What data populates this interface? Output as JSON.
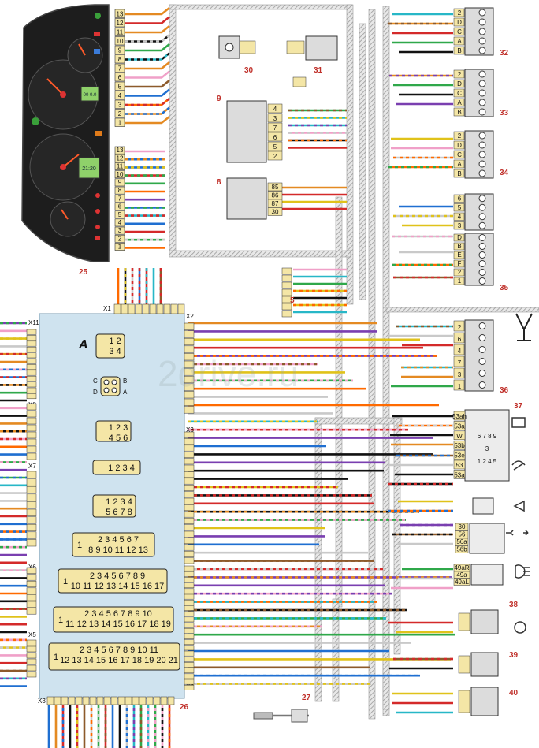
{
  "labels": {
    "n5": "5",
    "n8": "8",
    "n9": "9",
    "n25": "25",
    "n26": "26",
    "n27": "27",
    "n30": "30",
    "n31": "31",
    "n32": "32",
    "n33": "33",
    "n34": "34",
    "n35": "35",
    "n36": "36",
    "n37": "37",
    "n38": "38",
    "n39": "39",
    "n40": "40"
  },
  "watermark": "2drive.ru",
  "block": {
    "title": "A",
    "x1": "X1",
    "x2": "X2",
    "x3": "X3",
    "x4": "X4",
    "x5": "X5",
    "x6": "X6",
    "x7": "X7",
    "x8": "X8",
    "x11": "X11",
    "connector_rows": [
      [
        "1 2",
        "3 4"
      ],
      [
        "1 2 3",
        "4 5 6"
      ],
      [
        "1 2 3 4"
      ],
      [
        "1 2 3 4",
        "5 6 7 8"
      ],
      [
        "2 3 4 5 6 7",
        "8 9 10 11 12 13"
      ],
      [
        "2 3 4 5 6 7 8 9",
        "10 11 12 13 14 15 16 17"
      ],
      [
        "2 3 4 5 6 7 8 9 10",
        "11 12 13 14 15 16 17 18 19"
      ],
      [
        "2 3 4 5 6 7 8 9 10 11",
        "12 13 14 15 16 17 18 19 20 21"
      ]
    ],
    "abcd": [
      "C",
      "B",
      "D",
      "A"
    ]
  },
  "relay8_pins": [
    "85",
    "86",
    "87",
    "30"
  ],
  "relay9_pins": [
    "4",
    "3",
    "7",
    "6",
    "5",
    "2"
  ],
  "cluster": {
    "clock": "21:20",
    "odo": "00 0.0"
  },
  "switch37_pins": [
    "53ah",
    "53a",
    "W",
    "53b",
    "53e",
    "53",
    "53a"
  ],
  "switch_light_pins": [
    "30",
    "56",
    "56a",
    "56b"
  ],
  "switch_low_pins": [
    "49aR",
    "49a",
    "49aL"
  ],
  "switch37_grid": [
    "6 7 8 9",
    "3",
    "1 2 4 5"
  ],
  "c36_pins": [
    "2",
    "6",
    "4",
    "7",
    "3",
    "1"
  ],
  "c35_top": [
    "6",
    "5",
    "4",
    "3"
  ],
  "c35_bot": [
    "D",
    "B",
    "E",
    "F",
    "2",
    "1"
  ],
  "c32_pins": [
    "2",
    "D",
    "C",
    "A",
    "B"
  ],
  "c33_pins": [
    "2",
    "D",
    "C",
    "A",
    "B"
  ],
  "c34_pins": [
    "2",
    "D",
    "C",
    "A",
    "B"
  ]
}
